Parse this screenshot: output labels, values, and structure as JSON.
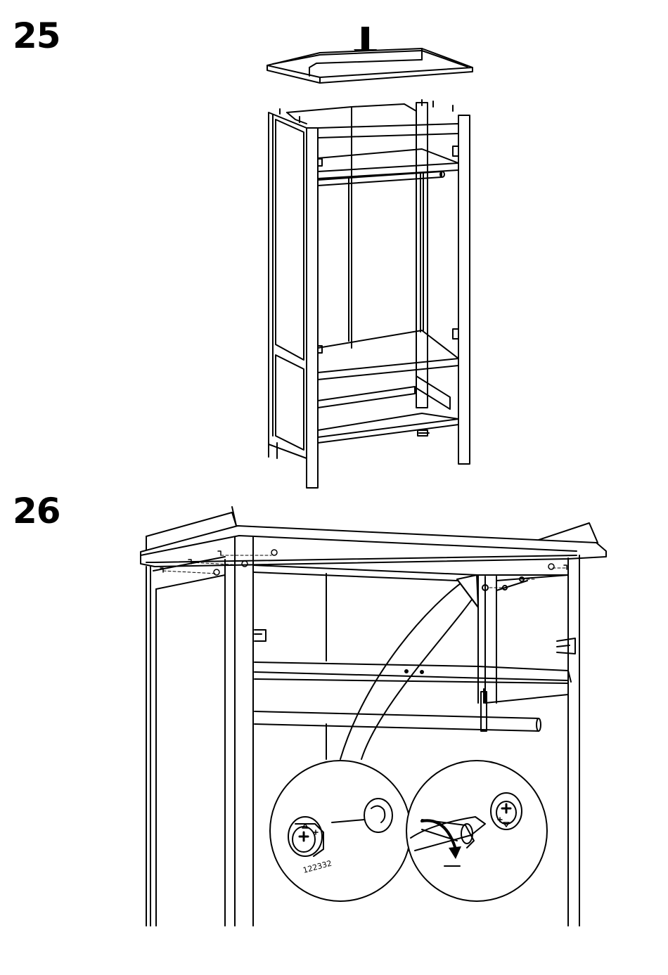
{
  "steps": [
    {
      "number": "25"
    },
    {
      "number": "26"
    }
  ],
  "detail": {
    "part_code": "122332"
  },
  "icons": {
    "down_arrow": "down-arrow-icon",
    "rotate_arrow": "rotate-arrow-icon",
    "cam_lock": "cam-lock-icon",
    "screwdriver": "screwdriver-icon"
  }
}
